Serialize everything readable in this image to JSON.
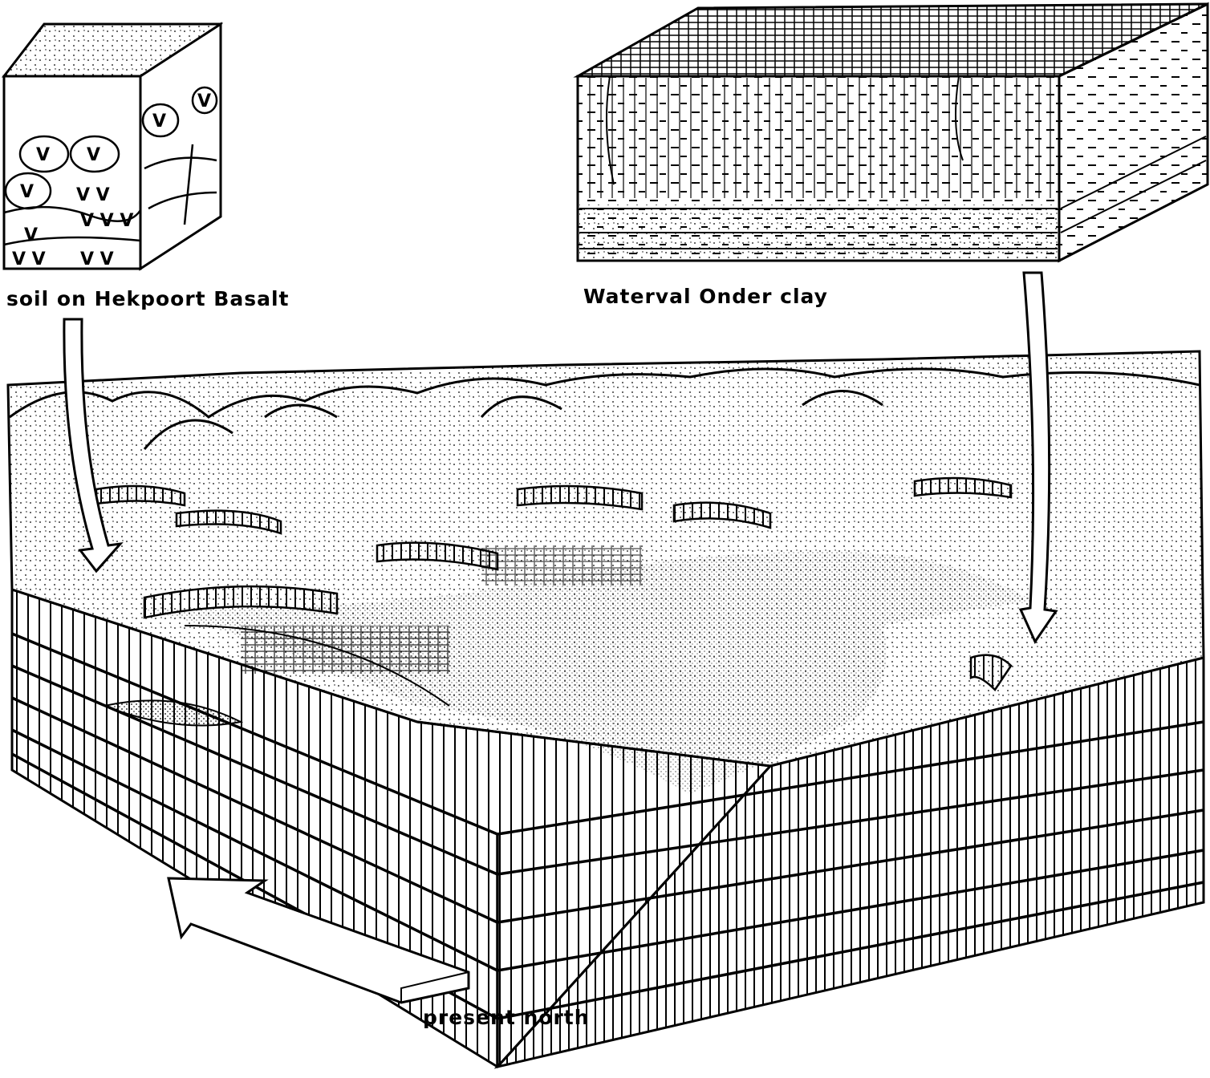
{
  "labels": {
    "soil": "soil on Hekpoort Basalt",
    "clay": "Waterval Onder clay",
    "north": "present north"
  },
  "colors": {
    "ink": "#000000",
    "paper": "#ffffff"
  }
}
